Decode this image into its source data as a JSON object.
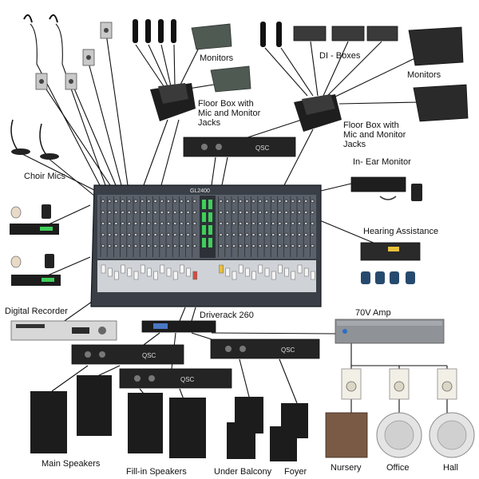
{
  "labels": {
    "monitors_left": "Monitors",
    "monitors_right": "Monitors",
    "di_boxes": "DI - Boxes",
    "floor_box_left_l1": "Floor Box with",
    "floor_box_left_l2": "Mic and Monitor",
    "floor_box_left_l3": "Jacks",
    "floor_box_right_l1": "Floor Box with",
    "floor_box_right_l2": "Mic and Monitor",
    "floor_box_right_l3": "Jacks",
    "in_ear_monitor": "In- Ear Monitor",
    "choir_mics": "Choir Mics",
    "hearing_assistance": "Hearing Assistance",
    "digital_recorder": "Digital Recorder",
    "driverack": "Driverack 260",
    "amp_70v": "70V Amp",
    "main_speakers": "Main Speakers",
    "fill_in_speakers": "Fill-in Speakers",
    "under_balcony": "Under Balcony",
    "foyer": "Foyer",
    "nursery": "Nursery",
    "office": "Office",
    "hall": "Hall"
  },
  "device_marks": {
    "console": "GL2400",
    "amp_brand": "QSC"
  },
  "colors": {
    "cable": "#111111",
    "device_dark": "#2a2a2a",
    "console_body": "#3a3f47",
    "amp_70v_body": "#8f9296",
    "speaker_body": "#1c1c1c",
    "monitor_wedge": "#4e5a52",
    "nursery_speaker": "#7a5a45",
    "ceiling_speaker": "#e4e4e4",
    "fader_accent_red": "#d94b3c",
    "fader_accent_yellow": "#e8c03a",
    "meter_green": "#3fcf5a"
  }
}
